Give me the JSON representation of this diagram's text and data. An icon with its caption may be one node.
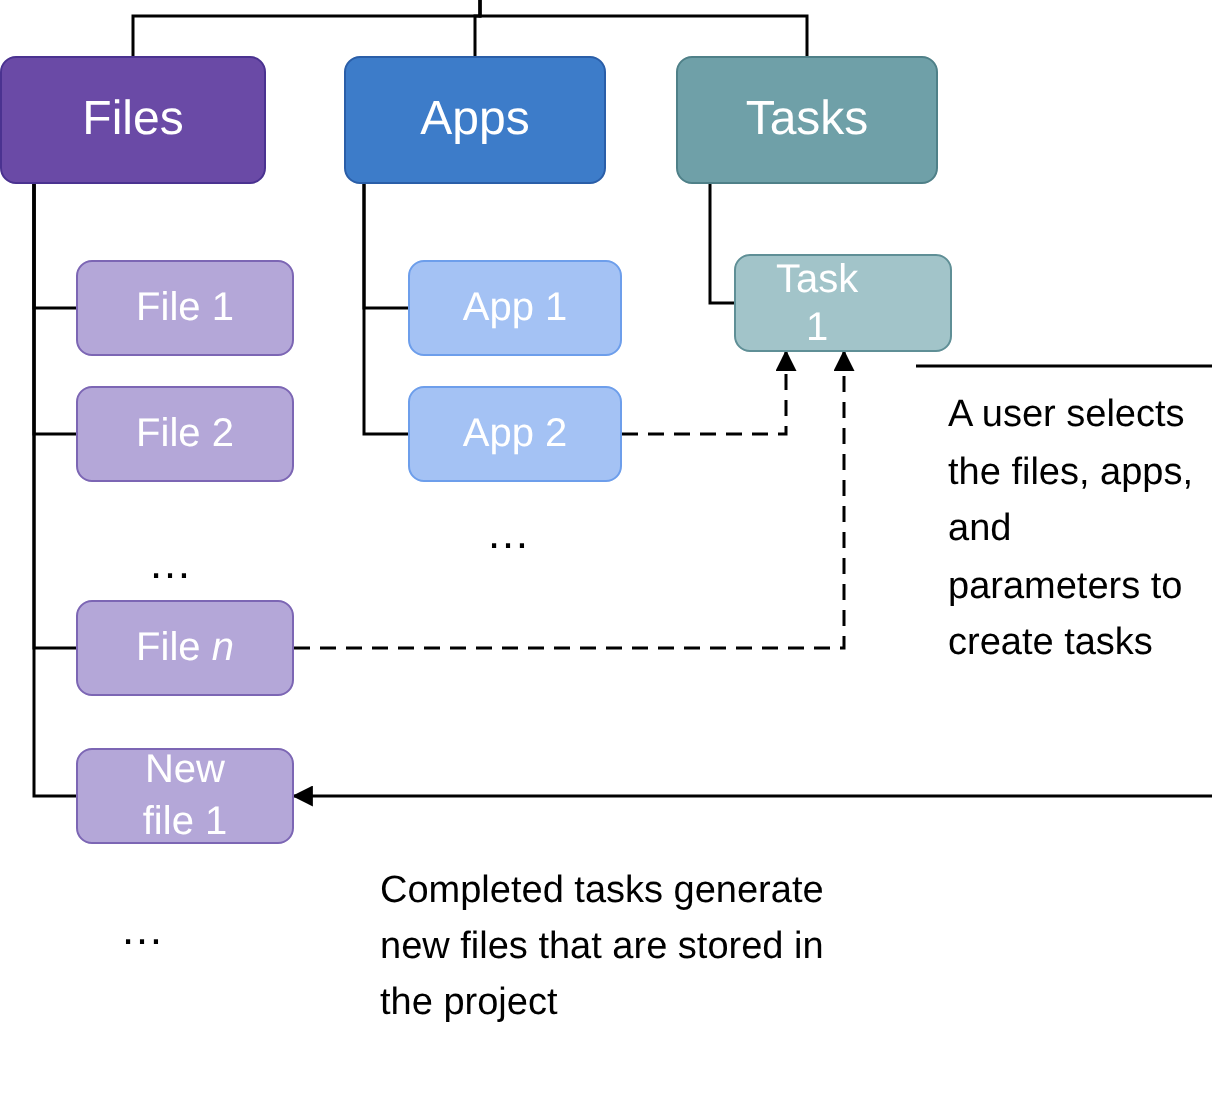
{
  "diagram": {
    "nodes": [
      {
        "text": [
          "Files"
        ]
      },
      {
        "text": [
          "Apps"
        ]
      },
      {
        "text": [
          "Tasks"
        ]
      },
      {
        "text": [
          "File 1"
        ]
      },
      {
        "text": [
          "File 2"
        ]
      },
      {
        "text": [
          "File *n*"
        ]
      },
      {
        "text": [
          "New file 1"
        ]
      },
      {
        "text": [
          "App 1"
        ]
      },
      {
        "text": [
          "App 2"
        ]
      },
      {
        "text": [
          "Task 1"
        ]
      }
    ],
    "edges": [
      {
        "from": null,
        "to": 0,
        "arrow": "none"
      },
      {
        "from": null,
        "to": 1,
        "arrow": "none"
      },
      {
        "from": null,
        "to": 2,
        "arrow": "none"
      },
      {
        "from": 0,
        "to": 3,
        "arrow": "none"
      },
      {
        "from": 0,
        "to": 4,
        "arrow": "none"
      },
      {
        "from": 0,
        "to": 5,
        "arrow": "none"
      },
      {
        "from": 0,
        "to": 6,
        "arrow": "none"
      },
      {
        "from": 1,
        "to": 7,
        "arrow": "none"
      },
      {
        "from": 1,
        "to": 8,
        "arrow": "none"
      },
      {
        "from": 2,
        "to": 9,
        "arrow": "none"
      },
      {
        "from": 8,
        "to": 9,
        "arrow": "to",
        "style": "dashed"
      },
      {
        "from": 5,
        "to": 9,
        "arrow": "to",
        "style": "dashed"
      },
      {
        "from": null,
        "to": 6,
        "arrow": "to"
      }
    ],
    "labels": [
      "A user selects the files, apps, and parameters to create tasks",
      "…",
      "…",
      "Completed tasks generate new files that are stored in the project",
      "…"
    ]
  }
}
